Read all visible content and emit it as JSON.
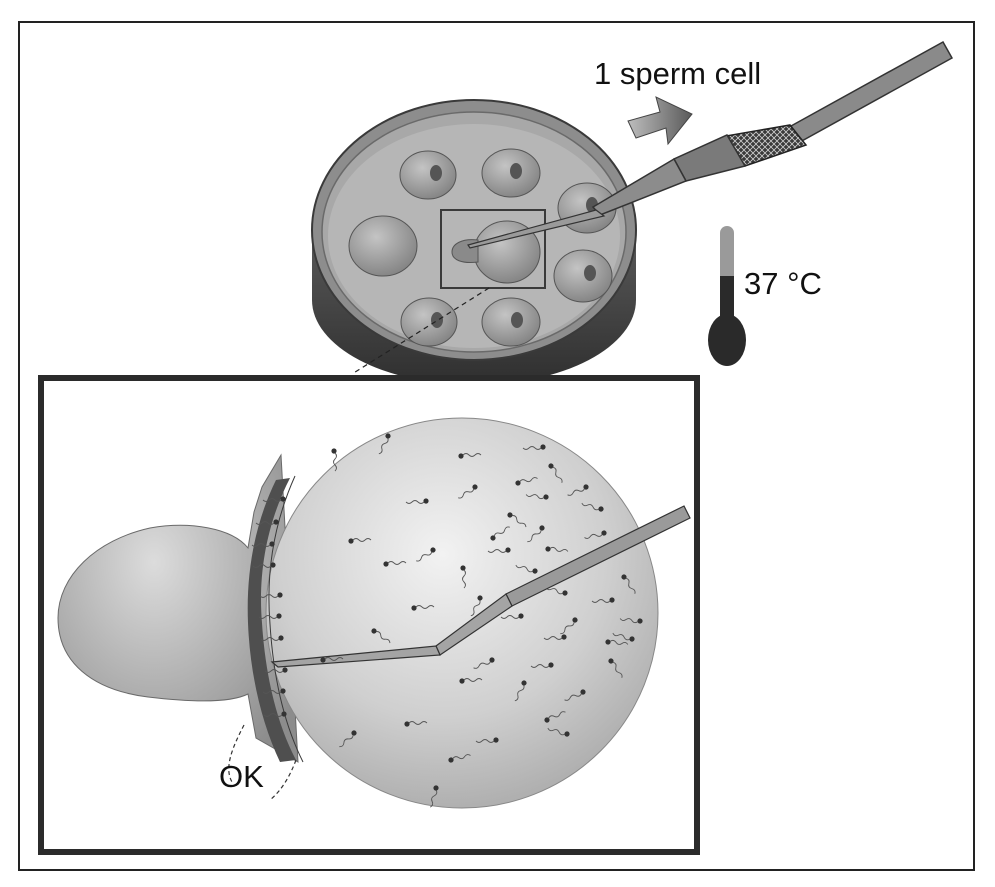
{
  "labels": {
    "sperm_label": "1 sperm cell",
    "temperature_label": "37 °C",
    "ok_label": "OK"
  },
  "icons": [
    "arrow-icon",
    "thermometer-icon",
    "pipette-icon",
    "petri-dish-icon"
  ],
  "colors": {
    "frame": "#2b2b2b",
    "dish_rim": "#6f6f6f",
    "cell_fill": "#9a9a9a",
    "egg_fill": "#c8c8c8",
    "zone_band": "#555555",
    "thermometer_bulb": "#2a2a2a",
    "thermometer_stem": "#8a8a8a"
  }
}
